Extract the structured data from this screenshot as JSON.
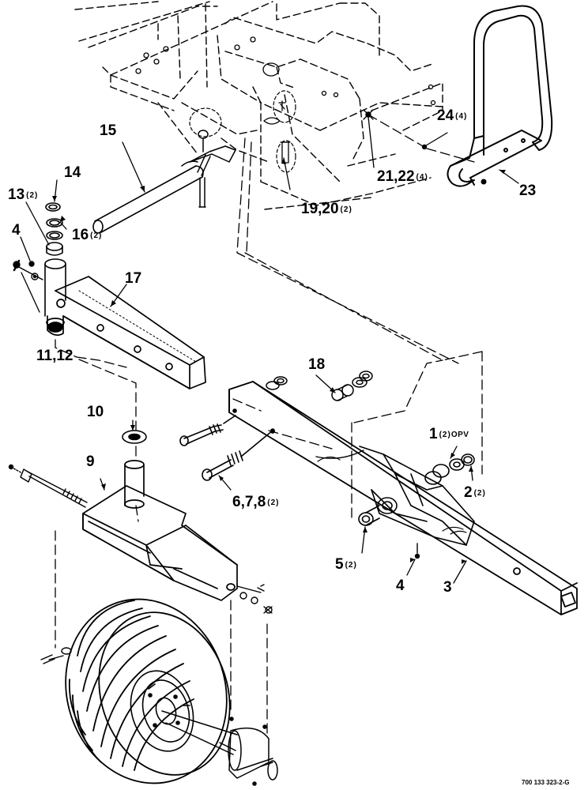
{
  "callouts": {
    "c1": {
      "num": "1",
      "qty": "(2)",
      "note": "OPV"
    },
    "c2": {
      "num": "2",
      "qty": "(2)"
    },
    "c3": {
      "num": "3"
    },
    "c4a": {
      "num": "4"
    },
    "c4b": {
      "num": "4"
    },
    "c5": {
      "num": "5",
      "qty": "(2)"
    },
    "c678": {
      "num": "6,7,8",
      "qty": "(2)"
    },
    "c9": {
      "num": "9"
    },
    "c10": {
      "num": "10"
    },
    "c1112": {
      "num": "11,12"
    },
    "c13": {
      "num": "13",
      "qty": "(2)"
    },
    "c14": {
      "num": "14"
    },
    "c15": {
      "num": "15"
    },
    "c16": {
      "num": "16",
      "qty": "(2)"
    },
    "c17": {
      "num": "17"
    },
    "c18": {
      "num": "18"
    },
    "c1920": {
      "num": "19,20",
      "qty": "(2)"
    },
    "c2122": {
      "num": "21,22",
      "qty": "(4)"
    },
    "c23": {
      "num": "23"
    },
    "c24": {
      "num": "24",
      "qty": "(4)"
    }
  },
  "drawing_number": "700 133 323-2-G"
}
